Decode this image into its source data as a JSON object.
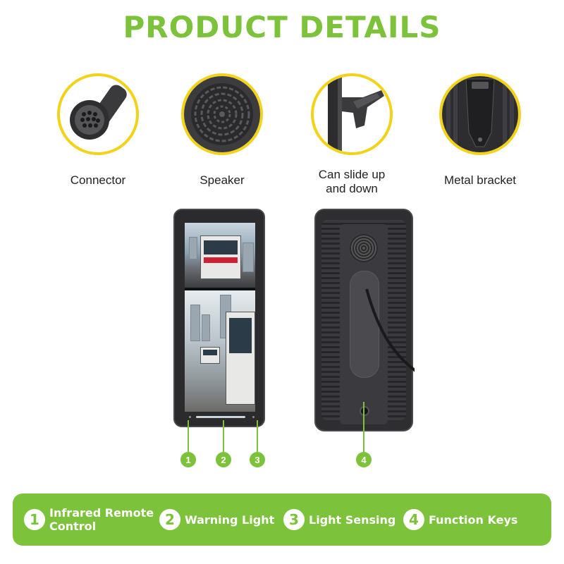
{
  "title": "PRODUCT DETAILS",
  "features": [
    {
      "label": "Connector",
      "icon": "connector-icon"
    },
    {
      "label": "Speaker",
      "icon": "speaker-icon"
    },
    {
      "label": "Can slide up\nand down",
      "icon": "slide-mount-icon"
    },
    {
      "label": "Metal bracket",
      "icon": "bracket-icon"
    }
  ],
  "markers": [
    "1",
    "2",
    "3",
    "4"
  ],
  "legend": [
    {
      "num": "1",
      "text": "Infrared Remote\nControl"
    },
    {
      "num": "2",
      "text": "Warning Light"
    },
    {
      "num": "3",
      "text": "Light Sensing"
    },
    {
      "num": "4",
      "text": "Function Keys"
    }
  ],
  "colors": {
    "accent": "#7cc23a",
    "ring": "#f2d21b",
    "device": "#2b2b2e"
  }
}
